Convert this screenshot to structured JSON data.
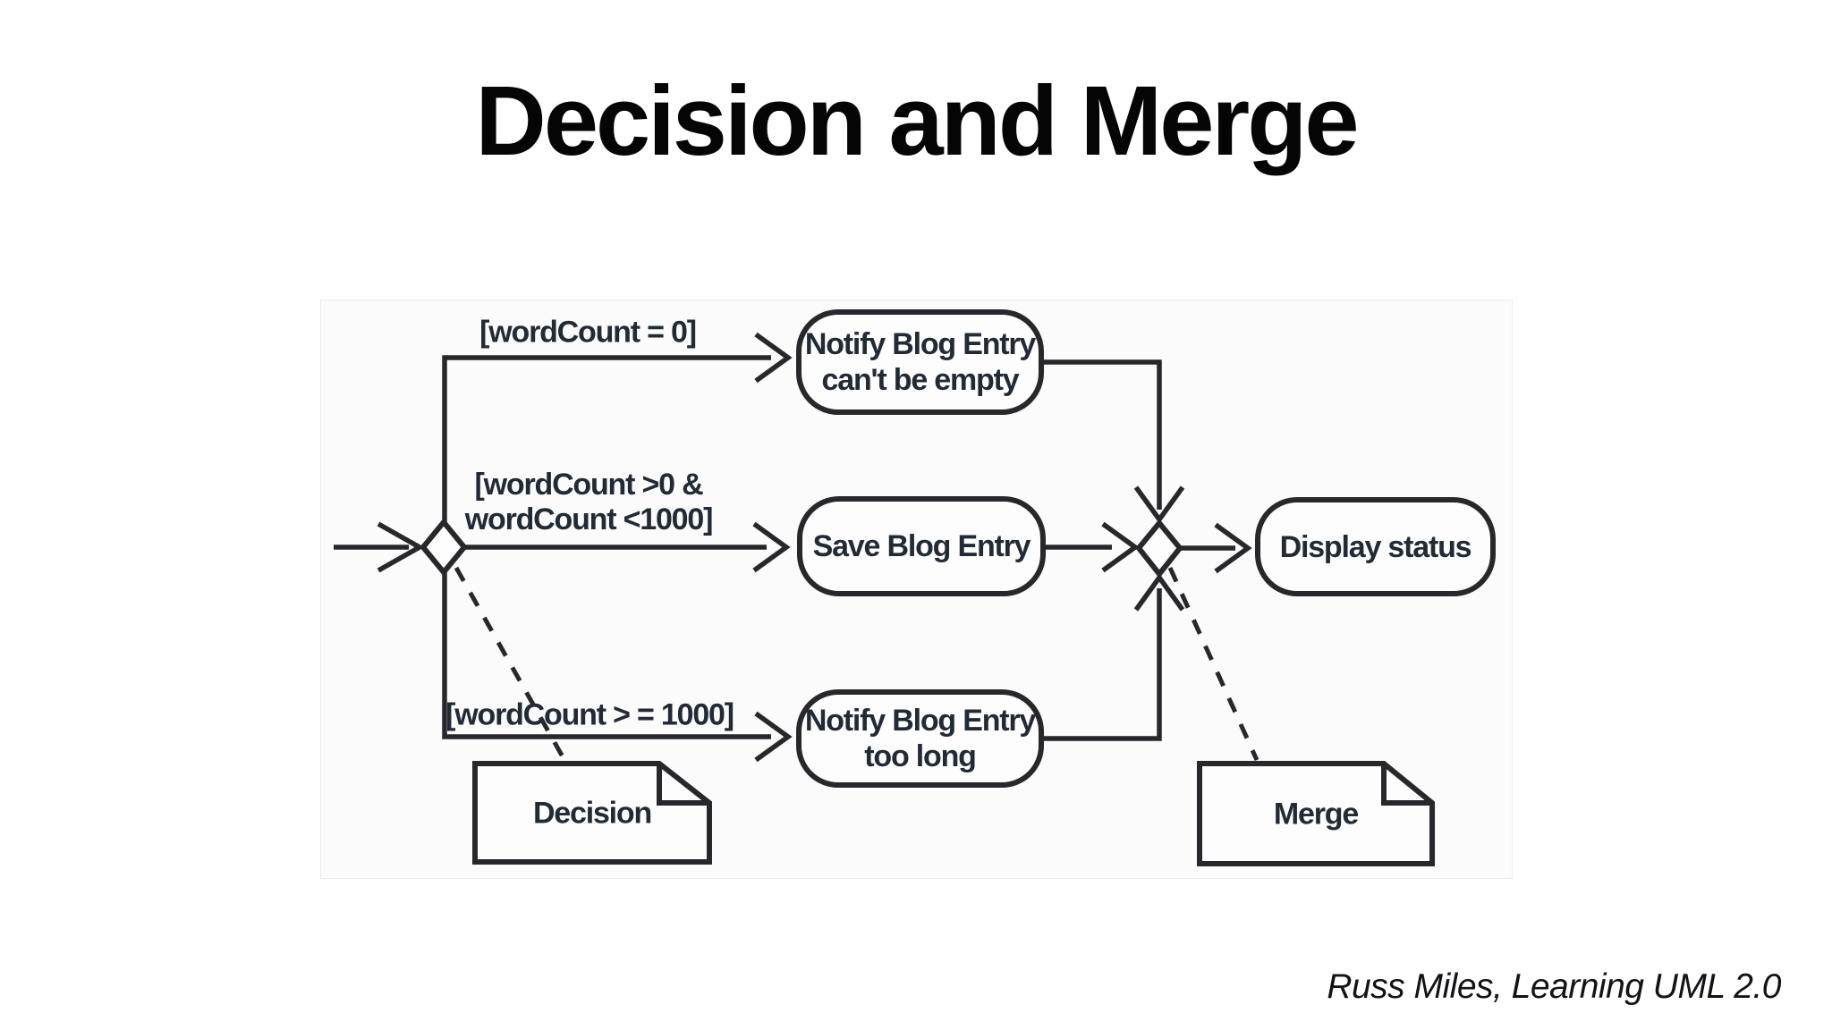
{
  "title": "Decision and Merge",
  "attribution": "Russ Miles, Learning UML 2.0",
  "diagram": {
    "guard_empty": "[wordCount = 0]",
    "guard_valid_line1": "[wordCount >0 &",
    "guard_valid_line2": "wordCount <1000]",
    "guard_too_long": "[wordCount > = 1000]",
    "node_notify_empty_line1": "Notify Blog Entry",
    "node_notify_empty_line2": "can't be empty",
    "node_save": "Save Blog Entry",
    "node_notify_long_line1": "Notify Blog Entry",
    "node_notify_long_line2": "too long",
    "node_display": "Display status",
    "note_decision": "Decision",
    "note_merge": "Merge",
    "colors": {
      "line": "#28282c",
      "text": "#222b35",
      "node_fill": "#fdfdfe",
      "panel_bg": "#fbfbfc"
    }
  }
}
